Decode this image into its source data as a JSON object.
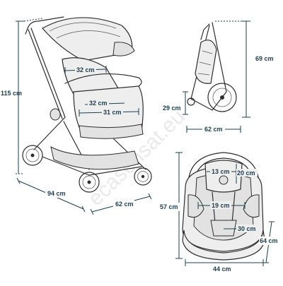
{
  "watermark": "ecasensat.eu",
  "colors": {
    "label": "#1b3f4f",
    "line": "#2e2e2e",
    "fabric": "#eeeeee"
  },
  "stroller": {
    "height_label": "115 cm",
    "length_label": "94 cm",
    "width_label": "62 cm",
    "seat_back_label": "32 cm",
    "seat_depth_label": "32 cm",
    "seat_width_label": "31 cm"
  },
  "folded": {
    "height_label": "69 cm",
    "depth_label": "29 cm",
    "width_label": "62 cm"
  },
  "car_seat": {
    "height_label": "57 cm",
    "width_label": "44 cm",
    "depth_label": "64 cm",
    "headrest_width_label": "13 cm",
    "headrest_height_label": "20 cm",
    "back_width_label": "19 cm",
    "seat_label": "30 cm"
  }
}
